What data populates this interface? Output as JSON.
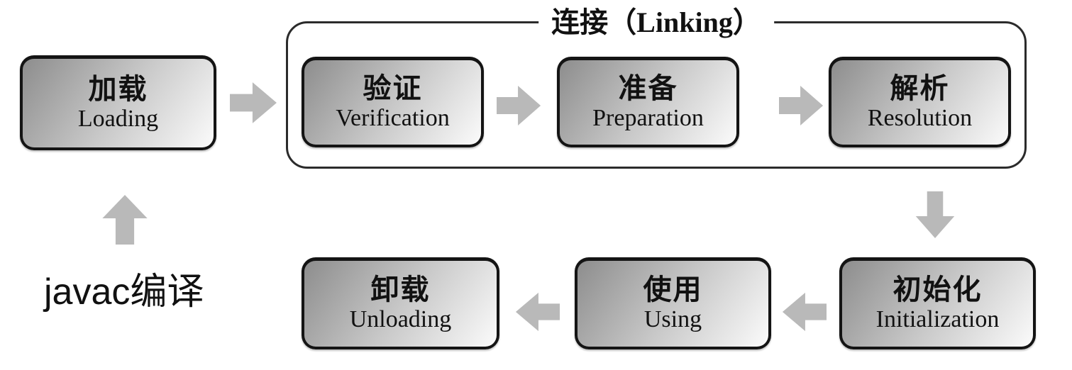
{
  "diagram": {
    "description_role": "JVM class lifecycle flow diagram",
    "stages": [
      {
        "id": "loading",
        "zh": "加载",
        "en": "Loading"
      },
      {
        "id": "verification",
        "zh": "验证",
        "en": "Verification"
      },
      {
        "id": "preparation",
        "zh": "准备",
        "en": "Preparation"
      },
      {
        "id": "resolution",
        "zh": "解析",
        "en": "Resolution"
      },
      {
        "id": "initialization",
        "zh": "初始化",
        "en": "Initialization"
      },
      {
        "id": "using",
        "zh": "使用",
        "en": "Using"
      },
      {
        "id": "unloading",
        "zh": "卸载",
        "en": "Unloading"
      }
    ],
    "linking_group_label": "连接（Linking）",
    "compile_label": "javac编译",
    "flow": [
      "javac编译 -> 加载",
      "加载 -> 验证",
      "验证 -> 准备",
      "准备 -> 解析",
      "解析 -> 初始化",
      "初始化 -> 使用",
      "使用 -> 卸载"
    ],
    "linking_members": [
      "验证",
      "准备",
      "解析"
    ],
    "colors": {
      "background": "#ffffff",
      "text": "#111111",
      "box_border": "#141414",
      "box_gradient_start": "#8d8d8d",
      "box_gradient_end": "#fbfbfb",
      "group_border": "#2b2b2b",
      "arrow": "#b9b9b9"
    }
  }
}
